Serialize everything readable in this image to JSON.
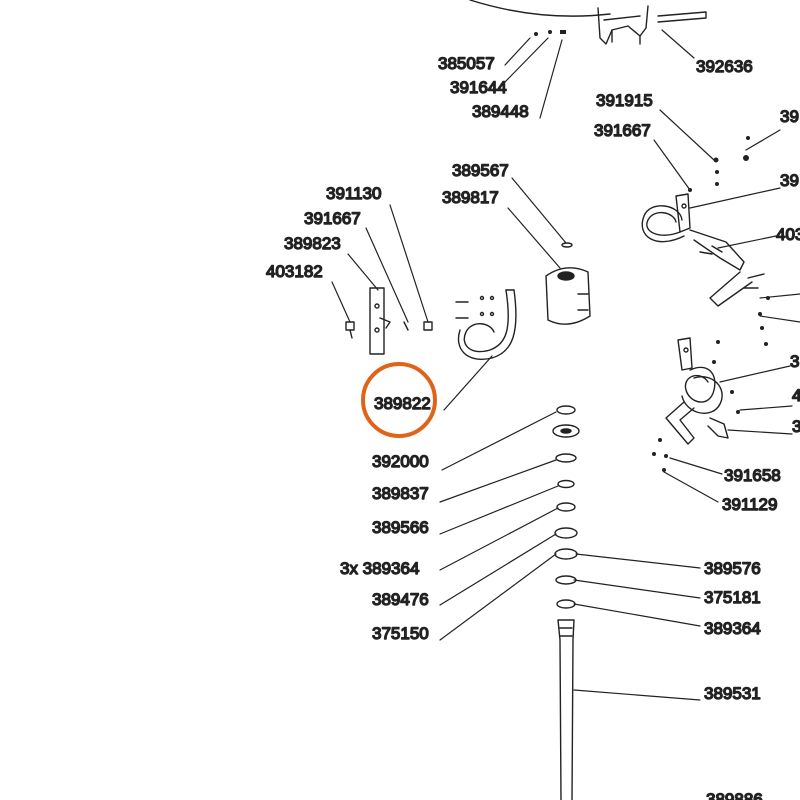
{
  "diagram": {
    "highlight_color": "#e0631a",
    "highlighted_part": "389822",
    "labels": {
      "p385057": "385057",
      "p391644": "391644",
      "p389448": "389448",
      "p392636": "392636",
      "p391915": "391915",
      "p391667a": "391667",
      "p389567": "389567",
      "p389817": "389817",
      "p391130": "391130",
      "p391667b": "391667",
      "p389823": "389823",
      "p403182": "403182",
      "p389822": "389822",
      "p392000": "392000",
      "p389837": "389837",
      "p389566": "389566",
      "p3x389364": "3x 389364",
      "p389476": "389476",
      "p375150": "375150",
      "p389576": "389576",
      "p375181": "375181",
      "p389364": "389364",
      "p389531": "389531",
      "p391658": "391658",
      "p391129": "391129"
    },
    "partial_labels": {
      "r1": "39",
      "r2": "39",
      "r3": "403",
      "r4": "3",
      "r5": "4",
      "r6": "3",
      "bottom": "389886"
    }
  }
}
